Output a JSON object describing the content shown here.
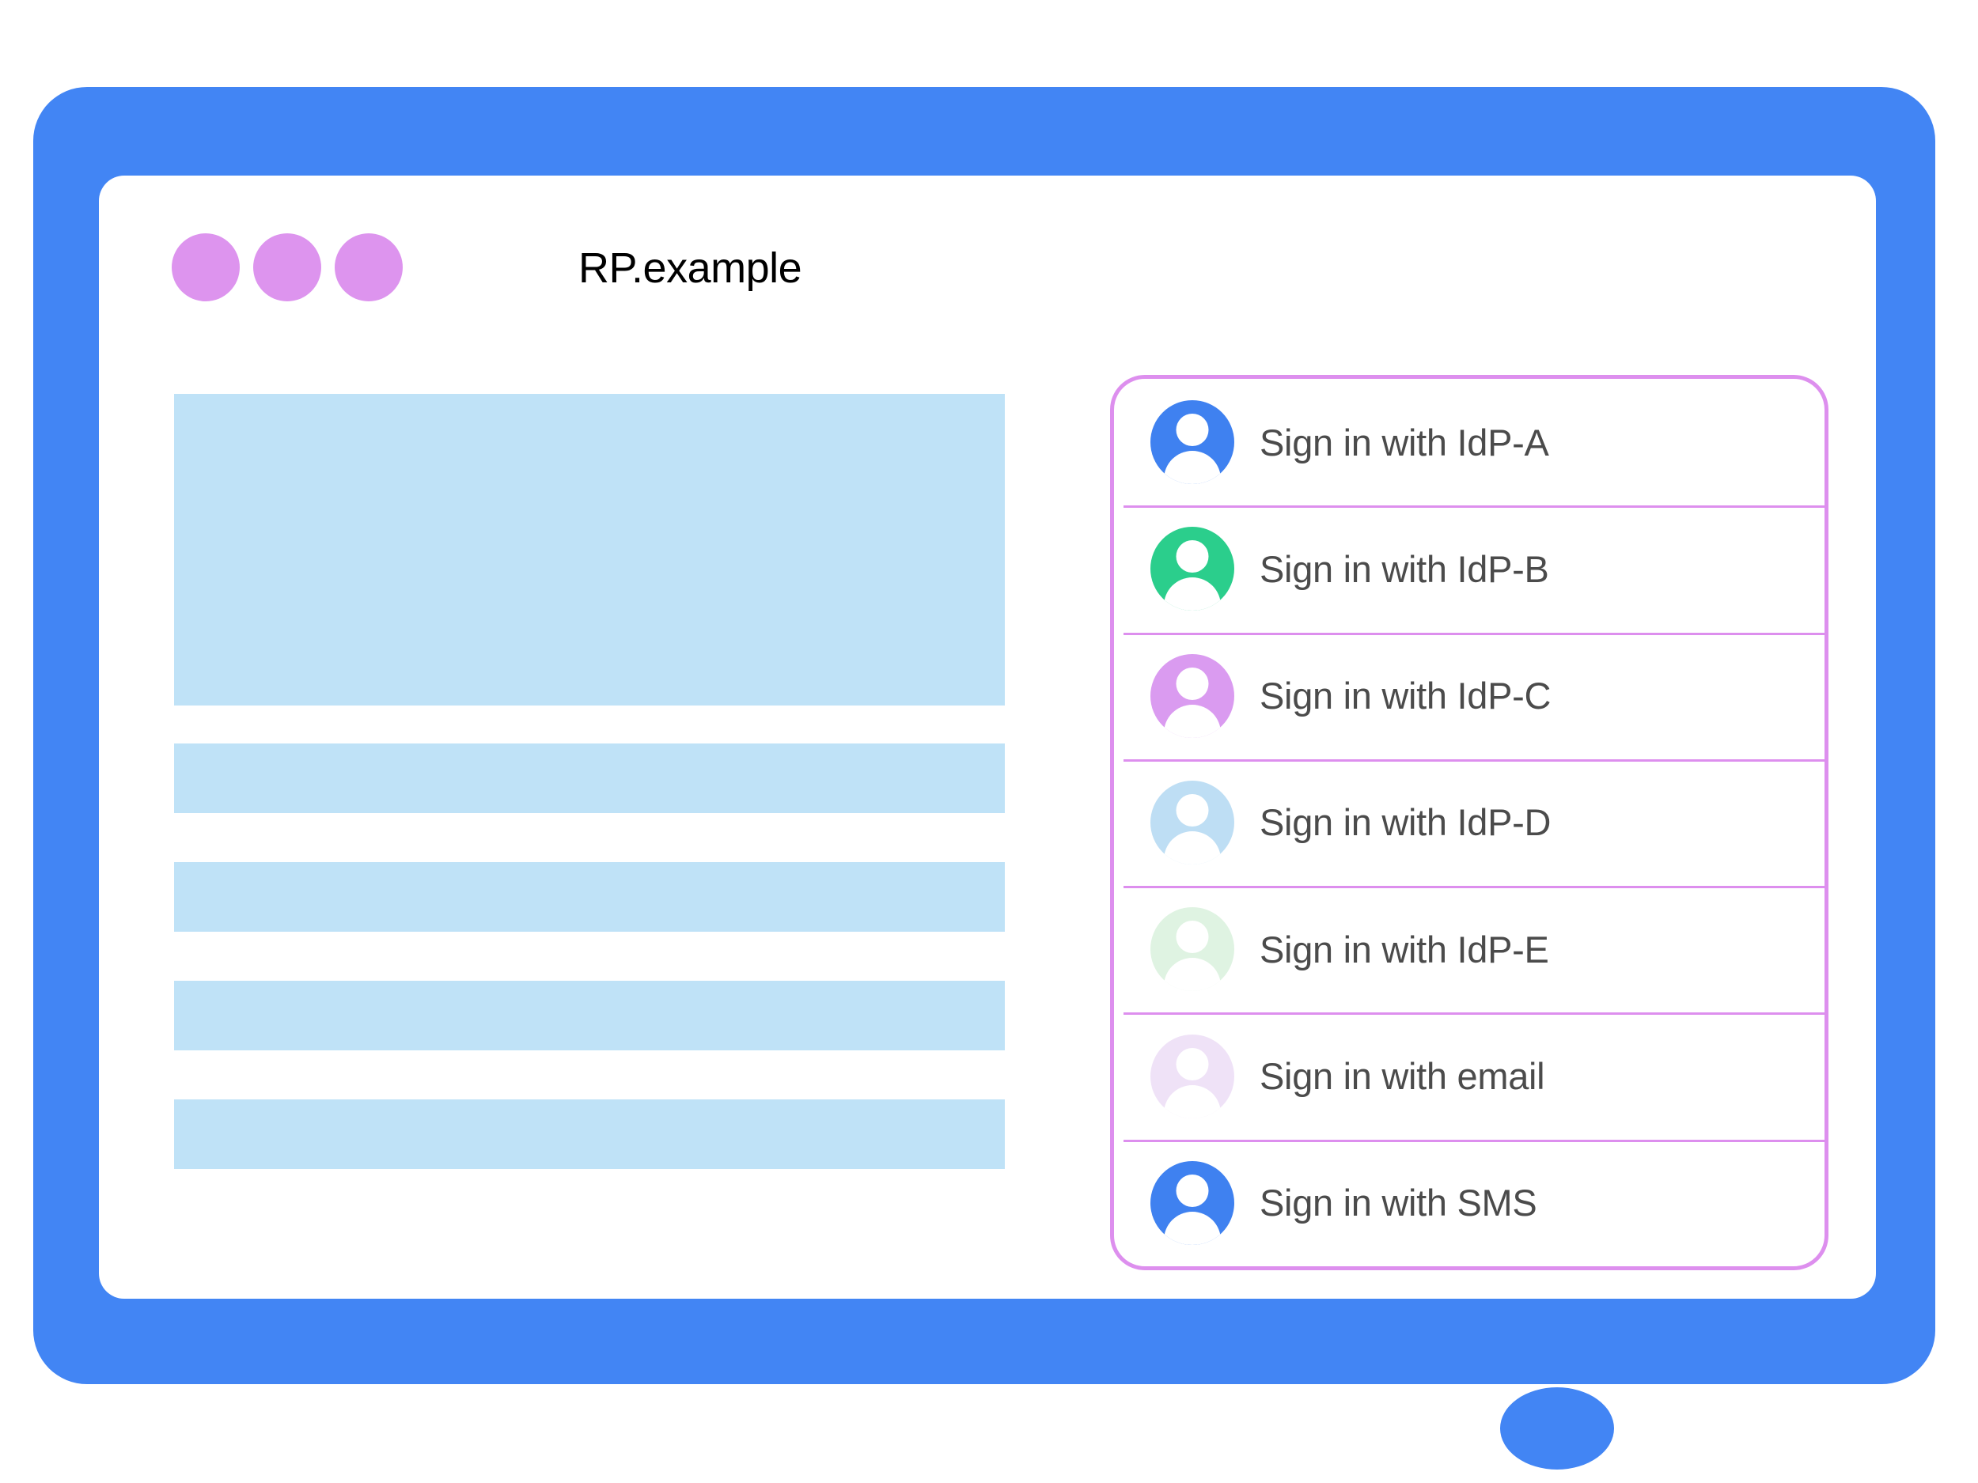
{
  "window": {
    "title": "RP.example",
    "dots": [
      "window-dot-1",
      "window-dot-2",
      "window-dot-3"
    ],
    "dot_color": "#DD94EE"
  },
  "colors": {
    "device_frame": "#4285F4",
    "placeholder_block": "#BFE2F7",
    "panel_border": "#DD8FEE",
    "label_text": "#4B4B4B",
    "title_text": "#000000"
  },
  "content": {
    "placeholders": [
      {
        "name": "hero-placeholder"
      },
      {
        "name": "text-bar-placeholder-1"
      },
      {
        "name": "text-bar-placeholder-2"
      },
      {
        "name": "text-bar-placeholder-3"
      },
      {
        "name": "text-bar-placeholder-4"
      }
    ]
  },
  "account_chooser": {
    "items": [
      {
        "label": "Sign in with IdP-A",
        "avatar_color": "#3F81F0",
        "icon": "account-avatar-icon"
      },
      {
        "label": "Sign in with IdP-B",
        "avatar_color": "#2BCE8C",
        "icon": "account-avatar-icon"
      },
      {
        "label": "Sign in with IdP-C",
        "avatar_color": "#DA9BF0",
        "icon": "account-avatar-icon"
      },
      {
        "label": "Sign in with IdP-D",
        "avatar_color": "#BEDEF4",
        "icon": "account-avatar-icon"
      },
      {
        "label": "Sign in with IdP-E",
        "avatar_color": "#DFF3E2",
        "icon": "account-avatar-icon"
      },
      {
        "label": "Sign in with email",
        "avatar_color": "#EFE2F7",
        "icon": "account-avatar-icon"
      },
      {
        "label": "Sign in with SMS",
        "avatar_color": "#3F81F0",
        "icon": "account-avatar-icon"
      }
    ]
  }
}
